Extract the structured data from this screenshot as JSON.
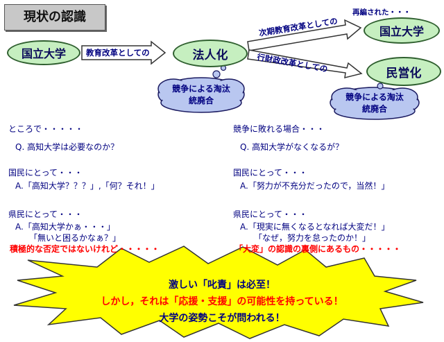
{
  "title": "現状の認識",
  "top": {
    "node_national": "国立大学",
    "node_corporate": "法人化",
    "node_national2": "国立大学",
    "node_private": "民営化",
    "arrow_education": "教育改革としての",
    "arrow_next": "次期教育改革としての",
    "arrow_fiscal": "行財政改革としての",
    "reorganized": "再編された・・・",
    "cloud1": [
      "競争による淘汰",
      "統廃合"
    ],
    "cloud2": [
      "競争による淘汰",
      "統廃合"
    ]
  },
  "left_col": {
    "l1": "ところで・・・・・",
    "l2": "Q. 高知大学は必要なのか？",
    "l3": "国民にとって・・・",
    "l4": "A.「高知大学？？？」,「何？それ！」",
    "l5": "県民にとって・・・",
    "l6": "A.「高知大学かぁ・・・」",
    "l7": "「無いと困るかなぁ？」",
    "l8": "積極的な否定ではないけれど・・・・・"
  },
  "right_col": {
    "r1": "競争に敗れる場合・・・",
    "r2": "Q. 高知大学がなくなるが？",
    "r3": "国民にとって・・・",
    "r4": "A.「努力が不充分だったので，当然！」",
    "r5": "県民にとって・・・",
    "r6": "A.「現実に無くなるとなれば大変だ！」",
    "r7": "「なぜ，努力を怠ったのか！」",
    "r8": "「大変」の認識の裏側にあるもの・・・・・"
  },
  "burst": {
    "line1": "激しい「叱責」は必至！",
    "line2": "しかし，それは「応援・支援」の可能性を持っている！",
    "line3": "大学の姿勢こそが問われる！"
  },
  "colors": {
    "ellipse_fill": "#c6efc0",
    "cloud_fill": "#b9c7f0",
    "burst_fill": "#ffff00",
    "text": "#000080",
    "alert": "#ff0000"
  }
}
